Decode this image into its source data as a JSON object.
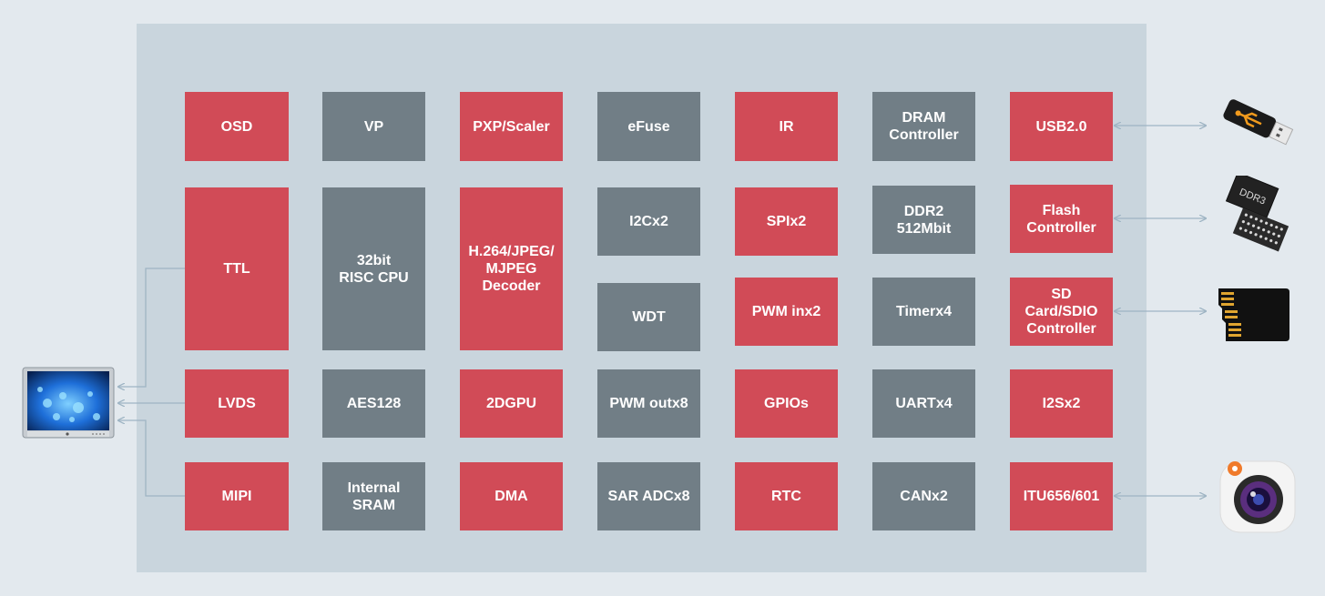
{
  "colors": {
    "background": "#e3e9ee",
    "panel": "#c9d5dd",
    "red_block": "#d14b57",
    "gray_block": "#717e86",
    "connector": "#9fb5c4"
  },
  "blocks": {
    "osd": "OSD",
    "vp": "VP",
    "pxp": "PXP/Scaler",
    "efuse": "eFuse",
    "ir": "IR",
    "dram": "DRAM\nController",
    "usb": "USB2.0",
    "ttl": "TTL",
    "cpu": "32bit\nRISC CPU",
    "decoder": "H.264/JPEG/\nMJPEG\nDecoder",
    "i2c": "I2Cx2",
    "spi": "SPIx2",
    "ddr2": "DDR2\n512Mbit",
    "flash": "Flash\nController",
    "wdt": "WDT",
    "pwm_in": "PWM inx2",
    "timer": "Timerx4",
    "sd": "SD\nCard/SDIO\nController",
    "lvds": "LVDS",
    "aes": "AES128",
    "gpu": "2DGPU",
    "pwm_out": "PWM outx8",
    "gpio": "GPIOs",
    "uart": "UARTx4",
    "i2s": "I2Sx2",
    "mipi": "MIPI",
    "sram": "Internal\nSRAM",
    "dma": "DMA",
    "adc": "SAR ADCx8",
    "rtc": "RTC",
    "can": "CANx2",
    "itu": "ITU656/601"
  },
  "icons": {
    "usb": "usb-drive-icon",
    "ddr": "ddr3-chip-icon",
    "ddr_label": "DDR3",
    "sd": "sd-card-icon",
    "camera": "camera-icon",
    "monitor": "monitor-icon"
  }
}
